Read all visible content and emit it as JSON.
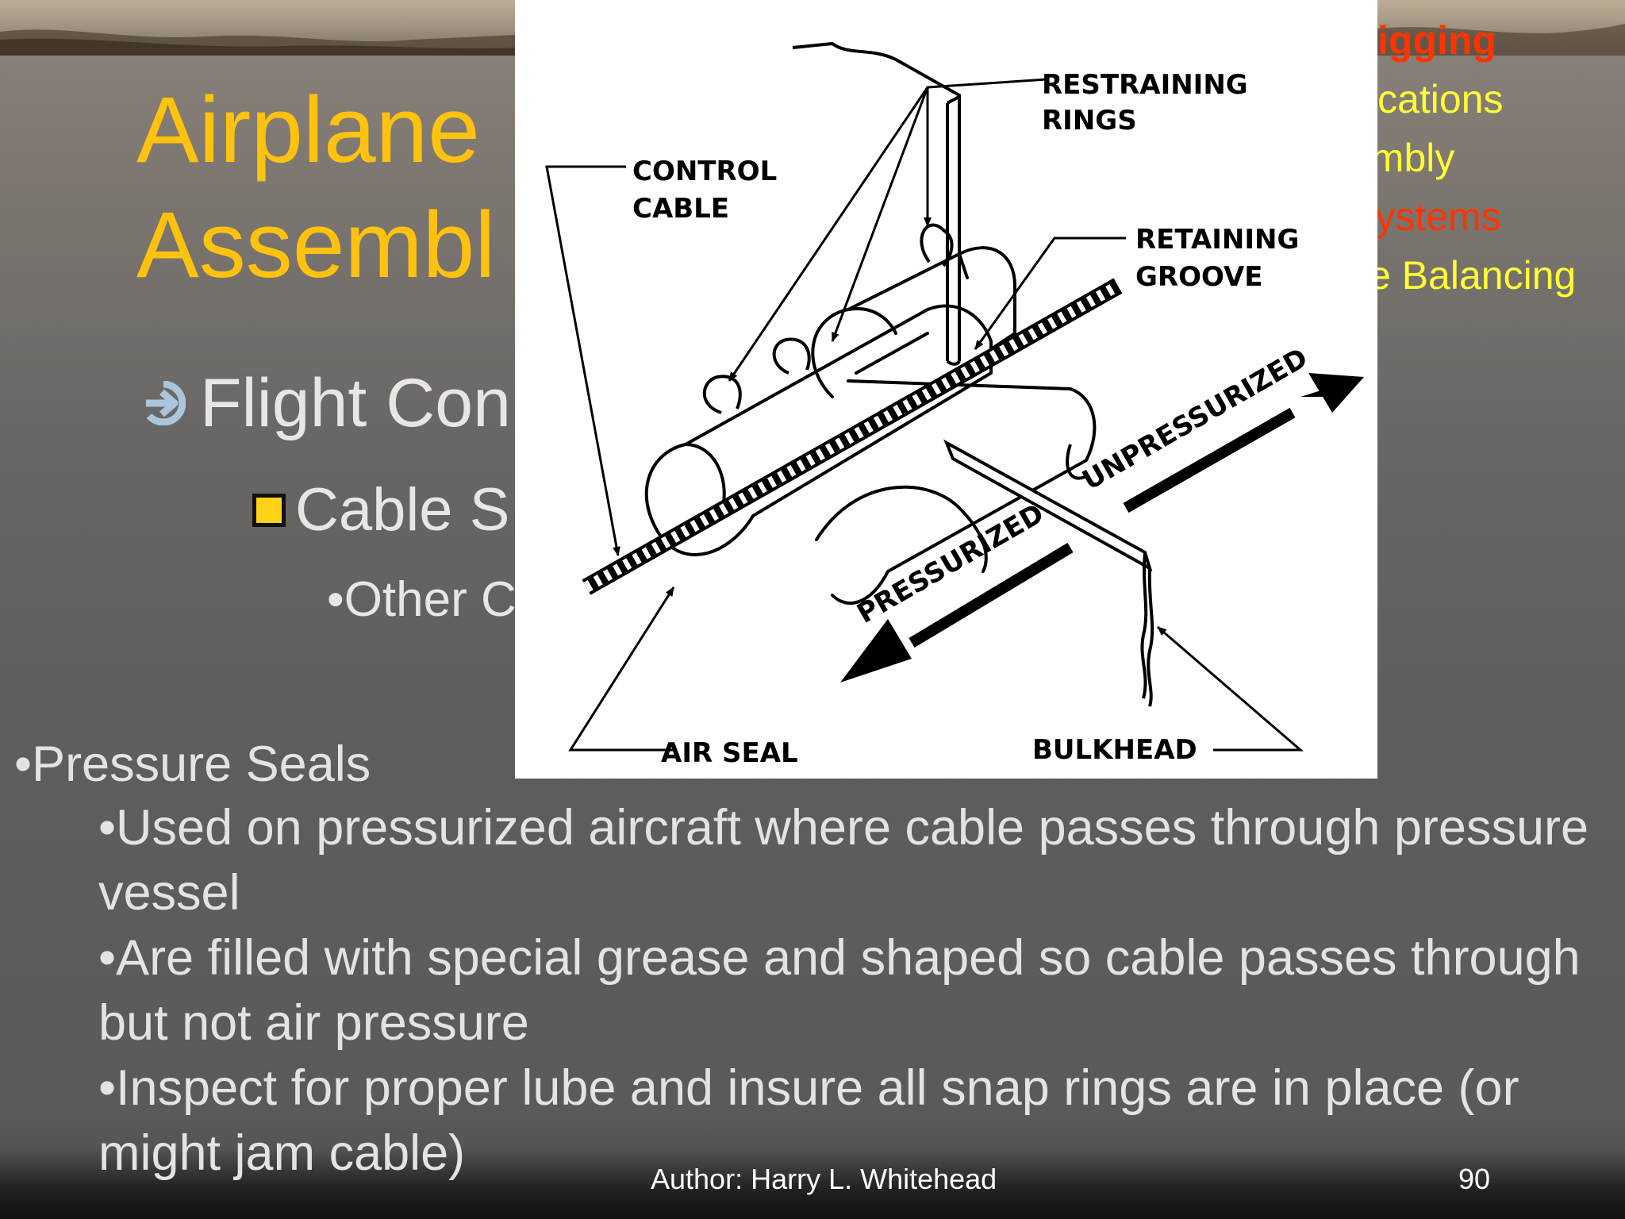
{
  "slide": {
    "title_lines": [
      "Airplane",
      "Assembl"
    ],
    "nav": [
      {
        "label": "Rigging"
      },
      {
        "label": "ifications"
      },
      {
        "label": "embly"
      },
      {
        "label": "Systems"
      },
      {
        "label": "ce Balancing"
      }
    ],
    "outline": {
      "level1": "Flight Con",
      "level2": "Cable S",
      "level3": "•Other C"
    },
    "pressure_seals": {
      "heading": "•Pressure Seals",
      "items": [
        "•Used on pressurized aircraft where cable passes through pressure vessel",
        "•Are filled with special grease and shaped so cable passes through but not air pressure",
        "•Inspect for proper lube and insure all snap rings are in place (or might jam cable)"
      ]
    },
    "footer": {
      "author": "Author:  Harry L. Whitehead",
      "page": "90"
    }
  },
  "diagram": {
    "labels": {
      "restraining_1": "RESTRAINING",
      "restraining_2": "RINGS",
      "control_1": "CONTROL",
      "control_2": "CABLE",
      "retaining_1": "RETAINING",
      "retaining_2": "GROOVE",
      "unpressurized": "UNPRESSURIZED",
      "pressurized": "PRESSURIZED",
      "air_seal": "AIR SEAL",
      "bulkhead": "BULKHEAD"
    }
  },
  "colors": {
    "title": "#ffc20e",
    "nav_red": "#ff3300",
    "nav_yellow": "#ffff33",
    "body_text": "#e3e3e3",
    "outline_text": "#e6e6e6",
    "bullet_square": "#ffd21a",
    "arrow_bullet": "#a9c6dc"
  },
  "icons": {
    "level1": "arrow-circle-icon",
    "level2": "square-bullet-icon"
  }
}
